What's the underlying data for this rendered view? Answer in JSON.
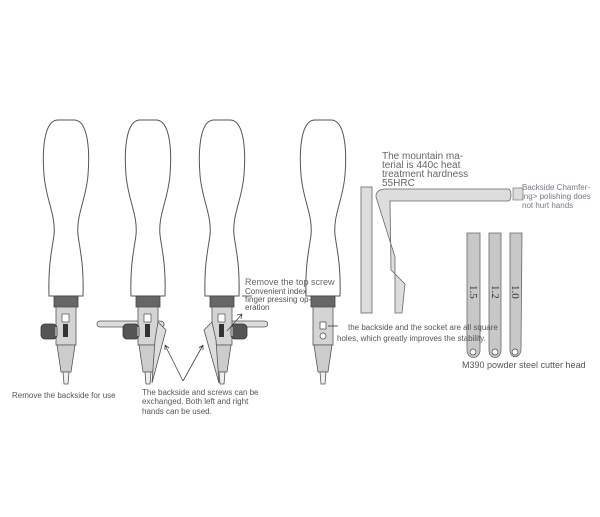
{
  "labels": {
    "remove_backside": "Remove the backside for use",
    "exchange": [
      "The backside and screws can be",
      "exchanged. Both left and right",
      "hands can be used."
    ],
    "top_screw": "Remove the top screw",
    "index_finger": [
      "Convenient index",
      "finger pressing op-",
      "eration"
    ],
    "square_holes": [
      "the backside and the socket are all square",
      "holes, which greatly improves the stability."
    ],
    "material": [
      "The mountain ma-",
      "terial is 440c heat",
      "treatment hardness",
      "55HRC"
    ],
    "chamfer": [
      "Backside Chamfer-",
      "ing> polishing does",
      "not hurt hands"
    ],
    "cutter_head": "M390 powder steel cutter head"
  },
  "blade_sizes": [
    "1.5",
    "1.2",
    "1.0"
  ]
}
